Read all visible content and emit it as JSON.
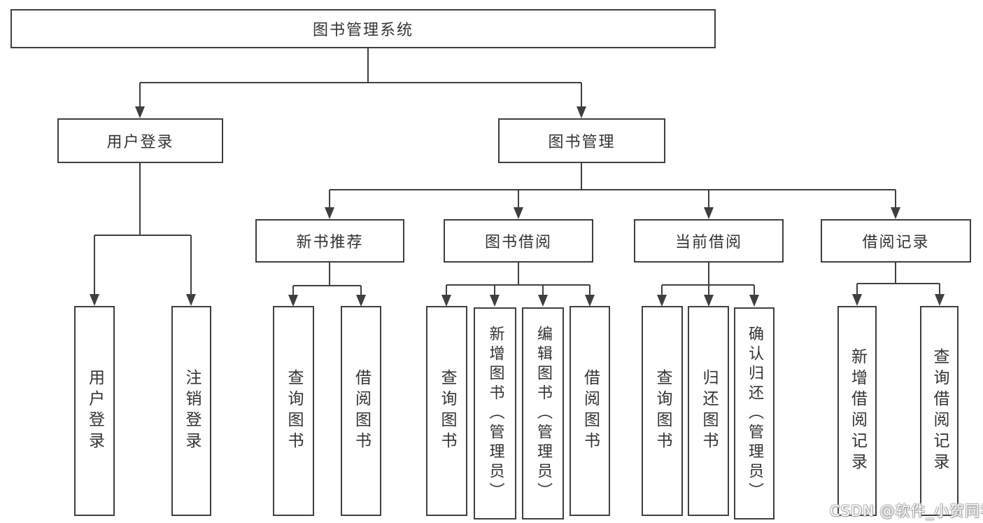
{
  "diagram": {
    "root": {
      "label": "图书管理系统"
    },
    "branches": [
      {
        "label": "用户登录",
        "children": [
          {
            "label": "用户登录"
          },
          {
            "label": "注销登录"
          }
        ]
      },
      {
        "label": "图书管理",
        "children": [
          {
            "label": "新书推荐",
            "children": [
              {
                "label": "查询图书"
              },
              {
                "label": "借阅图书"
              }
            ]
          },
          {
            "label": "图书借阅",
            "children": [
              {
                "label": "查询图书"
              },
              {
                "label": "新增图书（管理员）"
              },
              {
                "label": "编辑图书（管理员）"
              },
              {
                "label": "借阅图书"
              }
            ]
          },
          {
            "label": "当前借阅",
            "children": [
              {
                "label": "查询图书"
              },
              {
                "label": "归还图书"
              },
              {
                "label": "确认归还（管理员）"
              }
            ]
          },
          {
            "label": "借阅记录",
            "children": [
              {
                "label": "新增借阅记录"
              },
              {
                "label": "查询借阅记录"
              }
            ]
          }
        ]
      }
    ]
  },
  "watermark": {
    "text": "CSDN @软件_小贺同学"
  },
  "colors": {
    "line": "#3f3f3f",
    "text": "#333333",
    "background": "#ffffff"
  }
}
